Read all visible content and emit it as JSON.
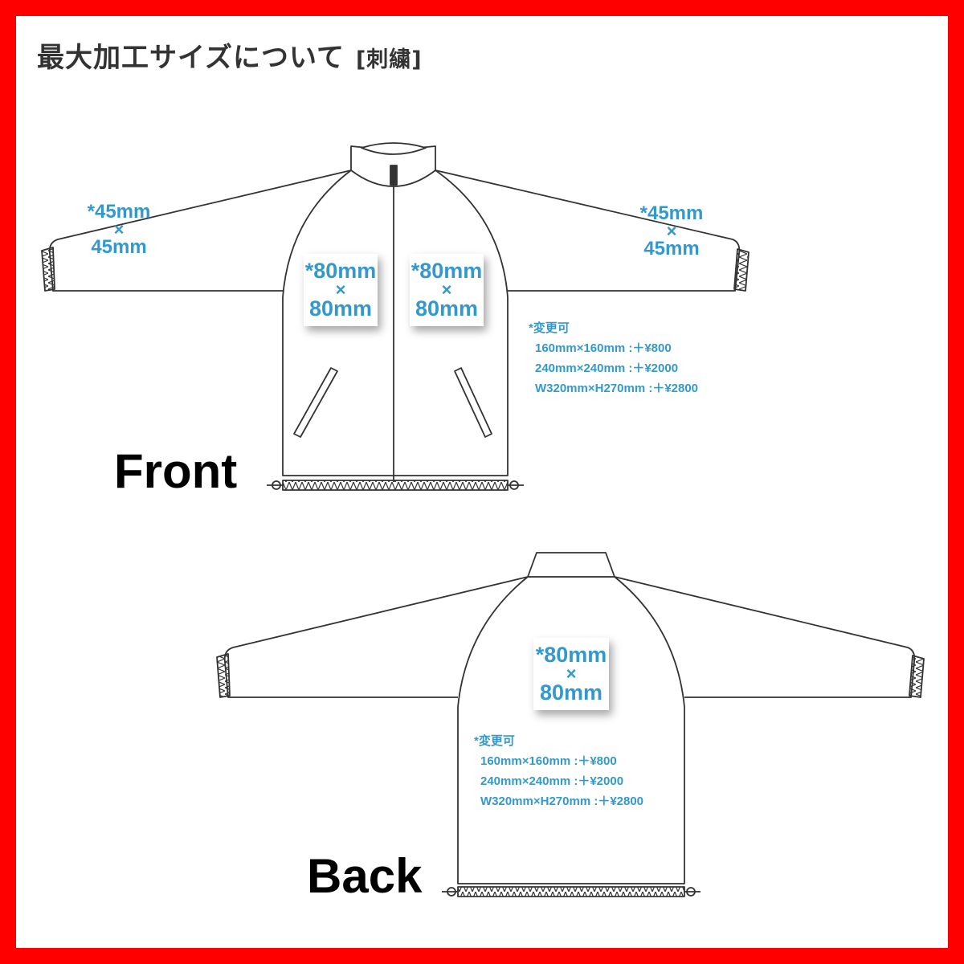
{
  "header": {
    "title": "最大加工サイズについて",
    "tag": "[刺繍]"
  },
  "colors": {
    "border": "#ff0000",
    "accent": "#3399cc",
    "outline": "#333333"
  },
  "front": {
    "label": "Front",
    "left_sleeve": {
      "line1": "*45mm",
      "sep": "×",
      "line2": "45mm"
    },
    "right_sleeve": {
      "line1": "*45mm",
      "sep": "×",
      "line2": "45mm"
    },
    "left_chest": {
      "line1": "*80mm",
      "sep": "×",
      "line2": "80mm"
    },
    "right_chest": {
      "line1": "*80mm",
      "sep": "×",
      "line2": "80mm"
    },
    "options": {
      "heading": "*変更可",
      "items": [
        "160mm×160mm :＋¥800",
        "240mm×240mm :＋¥2000",
        "W320mm×H270mm :＋¥2800"
      ]
    }
  },
  "back": {
    "label": "Back",
    "center": {
      "line1": "*80mm",
      "sep": "×",
      "line2": "80mm"
    },
    "options": {
      "heading": "*変更可",
      "items": [
        "160mm×160mm :＋¥800",
        "240mm×240mm :＋¥2000",
        "W320mm×H270mm :＋¥2800"
      ]
    }
  }
}
